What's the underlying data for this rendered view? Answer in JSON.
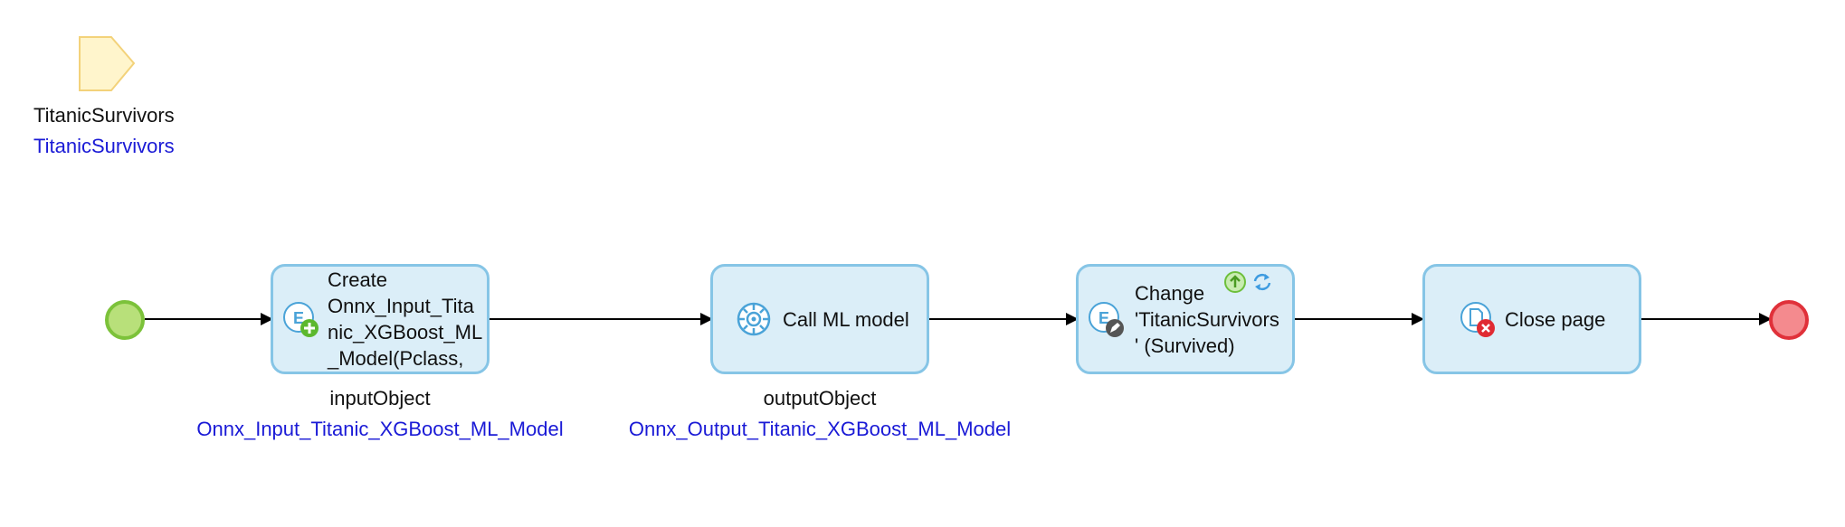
{
  "parameter": {
    "name": "TitanicSurvivors",
    "type": "TitanicSurvivors"
  },
  "activities": [
    {
      "id": "create",
      "lines": [
        "Create",
        "Onnx_Input_Tita",
        "nic_XGBoost_ML",
        "_Model(Pclass,"
      ],
      "icon": "create-object-icon",
      "output_name": "inputObject",
      "output_type": "Onnx_Input_Titanic_XGBoost_ML_Model"
    },
    {
      "id": "call-ml",
      "lines": [
        "Call ML model"
      ],
      "icon": "ml-model-icon",
      "output_name": "outputObject",
      "output_type": "Onnx_Output_Titanic_XGBoost_ML_Model"
    },
    {
      "id": "change",
      "lines": [
        "Change",
        "'TitanicSurvivors",
        "' (Survived)"
      ],
      "icon": "change-object-icon",
      "badges": [
        "commit-icon",
        "refresh-icon"
      ]
    },
    {
      "id": "close-page",
      "lines": [
        "Close page"
      ],
      "icon": "close-page-icon"
    }
  ],
  "colors": {
    "activity_fill": "#dbeef8",
    "activity_border": "#86c5e6",
    "start_fill": "#b8e07a",
    "start_border": "#7cc23a",
    "end_fill": "#f48a8e",
    "end_border": "#e0313a",
    "parameter_fill": "#fff5cc",
    "parameter_border": "#f3d27a",
    "link_blue": "#1a1ad6"
  }
}
